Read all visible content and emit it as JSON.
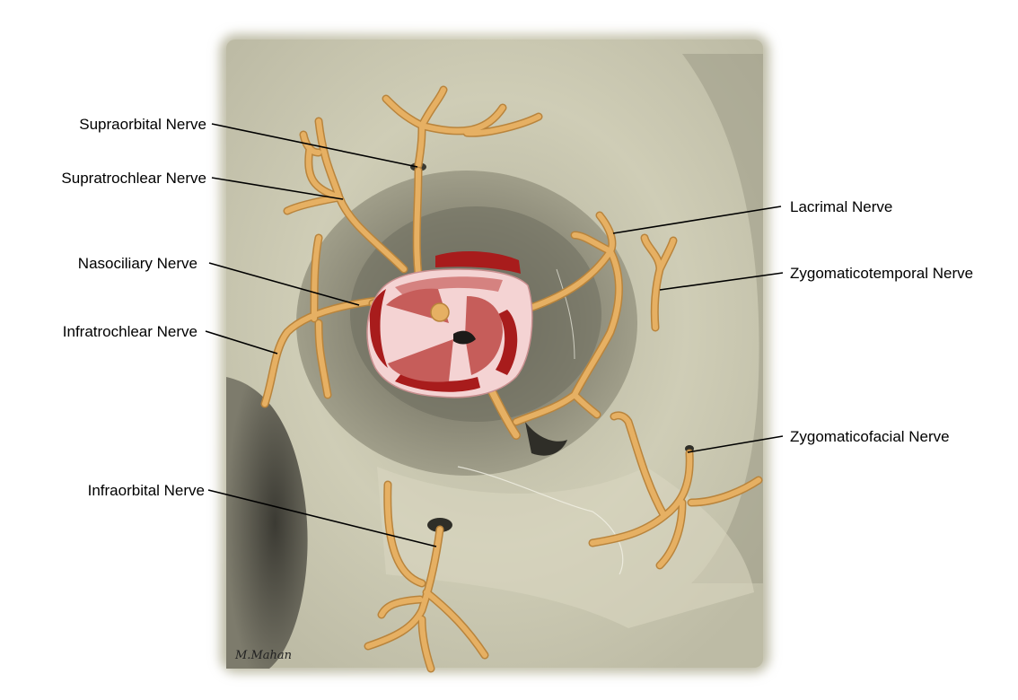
{
  "labels": {
    "supraorbital": "Supraorbital Nerve",
    "supratrochlear": "Supratrochlear Nerve",
    "nasociliary": "Nasociliary Nerve",
    "infratrochlear": "Infratrochlear Nerve",
    "infraorbital": "Infraorbital Nerve",
    "lacrimal": "Lacrimal Nerve",
    "zygomaticotemporal": "Zygomaticotemporal Nerve",
    "zygomaticofacial": "Zygomaticofacial Nerve"
  },
  "signature": "M.Mahan",
  "colors": {
    "bone": "#cfcdb5",
    "bone_shadow": "#8e8c7a",
    "nerve": "#e6b063",
    "muscle": "#c0504d",
    "muscle_dark": "#a11a1a",
    "tendon_ring": "#f2c9c9"
  }
}
